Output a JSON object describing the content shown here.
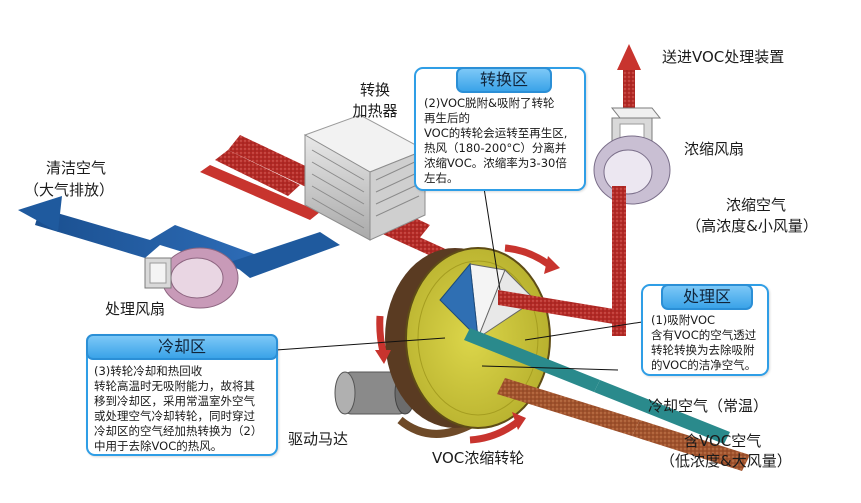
{
  "labels": {
    "send_to_voc": "送进VOC处理装置",
    "conc_fan": "浓缩风扇",
    "conc_air_1": "浓缩空气",
    "conc_air_2": "（高浓度&小风量）",
    "heater_1": "转换",
    "heater_2": "加热器",
    "clean_air_1": "清洁空气",
    "clean_air_2": "（大气排放）",
    "proc_fan": "处理风扇",
    "drive_motor": "驱动马达",
    "rotor": "VOC浓缩转轮",
    "cool_air": "冷却空气（常温）",
    "voc_air_1": "含VOC空气",
    "voc_air_2": "（低浓度&大风量）"
  },
  "callouts": {
    "convert": {
      "title": "转换区",
      "lines": [
        "(2)VOC脱附&吸附了转轮",
        "再生后的",
        "VOC的转轮会运转至再生区,",
        "热风（180-200°C）分离并",
        "浓缩VOC。浓缩率为3-30倍",
        "左右。"
      ]
    },
    "process": {
      "title": "处理区",
      "lines": [
        "(1)吸附VOC",
        "含有VOC的空气透过",
        "转轮转换为去除吸附",
        "的VOC的洁净空气。"
      ]
    },
    "cool": {
      "title": "冷却区",
      "lines": [
        "(3)转轮冷却和热回收",
        "转轮高温时无吸附能力，故将其",
        "移到冷却区，采用常温室外空气",
        "或处理空气冷却转轮，同时穿过",
        "冷却区的空气经加热转换为（2）",
        "中用于去除VOC的热风。"
      ]
    }
  },
  "colors": {
    "callout_border": "#2f9ee6",
    "red_duct": "#c8342e",
    "blue_duct": "#1f5a9e",
    "teal_duct": "#2a8a8c",
    "rotor_face": "#c9c43a"
  }
}
